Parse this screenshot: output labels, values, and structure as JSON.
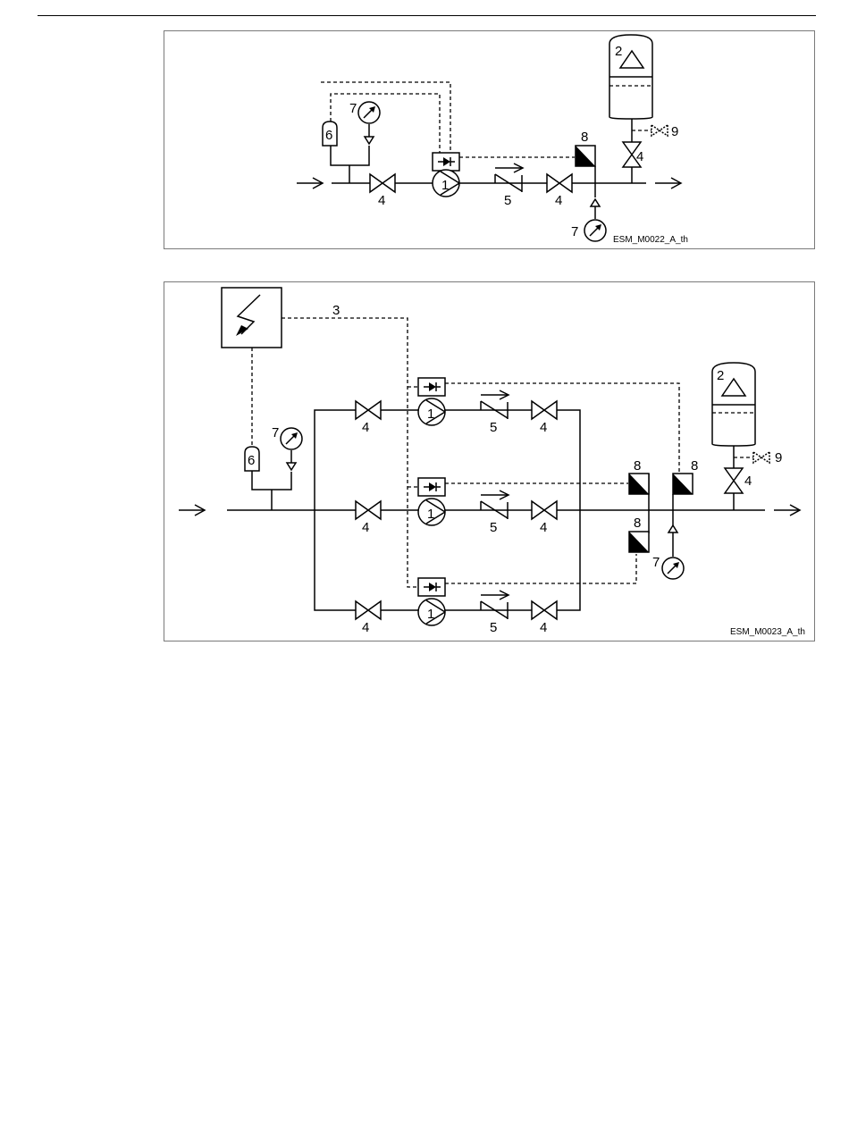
{
  "diagram_1": {
    "code": "ESM_M0022_A_th",
    "labels": {
      "pump": "1",
      "tank": "2",
      "valve_a": "4",
      "valve_b": "4",
      "valve_c": "4",
      "check_valve": "5",
      "switch": "6",
      "gauge_top": "7",
      "gauge_bottom": "7",
      "sensor": "8",
      "drain": "9"
    }
  },
  "diagram_2": {
    "code": "ESM_M0023_A_th",
    "labels": {
      "tank": "2",
      "control_line": "3",
      "switch": "6",
      "gauge_top": "7",
      "gauge_bottom": "7",
      "drain": "9",
      "tank_valve": "4",
      "sensor_a": "8",
      "sensor_b": "8",
      "sensor_c": "8",
      "row1_valve_in": "4",
      "row1_check": "5",
      "row1_valve_out": "4",
      "row1_pump": "1",
      "row2_valve_in": "4",
      "row2_check": "5",
      "row2_valve_out": "4",
      "row2_pump": "1",
      "row3_valve_in": "4",
      "row3_check": "5",
      "row3_valve_out": "4",
      "row3_pump": "1"
    }
  }
}
